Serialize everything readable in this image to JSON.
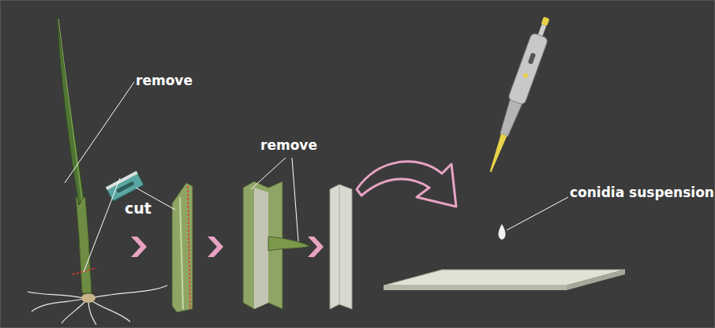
{
  "diagram": {
    "labels": [
      "remove",
      "cut",
      "remove",
      "conidia suspension"
    ]
  }
}
